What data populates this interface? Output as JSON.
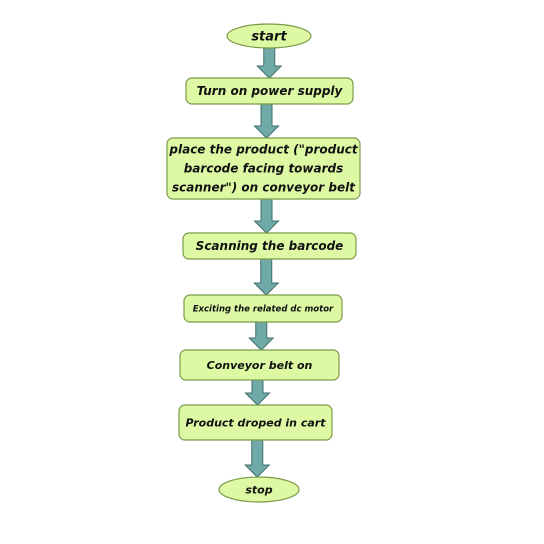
{
  "flowchart": {
    "colors": {
      "node_fill": "#ddf9a4",
      "node_stroke": "#7a9a4a",
      "arrow_fill": "#6faaa8",
      "arrow_stroke": "#3f6f6c",
      "text": "#111111"
    },
    "nodes": [
      {
        "id": "start",
        "shape": "terminal",
        "lines": [
          "start"
        ]
      },
      {
        "id": "power",
        "shape": "process",
        "lines": [
          "Turn on power supply"
        ]
      },
      {
        "id": "place",
        "shape": "process",
        "lines": [
          "place the product (\"product",
          "barcode facing towards",
          "scanner\") on conveyor belt"
        ]
      },
      {
        "id": "scan",
        "shape": "process",
        "lines": [
          "Scanning the barcode"
        ]
      },
      {
        "id": "excite",
        "shape": "process",
        "lines": [
          "Exciting the related dc motor"
        ]
      },
      {
        "id": "belt",
        "shape": "process",
        "lines": [
          "Conveyor belt on"
        ]
      },
      {
        "id": "drop",
        "shape": "process",
        "lines": [
          "Product droped in cart"
        ]
      },
      {
        "id": "stop",
        "shape": "terminal",
        "lines": [
          "stop"
        ]
      }
    ],
    "edges": [
      {
        "from": "start",
        "to": "power"
      },
      {
        "from": "power",
        "to": "place"
      },
      {
        "from": "place",
        "to": "scan"
      },
      {
        "from": "scan",
        "to": "excite"
      },
      {
        "from": "excite",
        "to": "belt"
      },
      {
        "from": "belt",
        "to": "drop"
      },
      {
        "from": "drop",
        "to": "stop"
      }
    ]
  }
}
